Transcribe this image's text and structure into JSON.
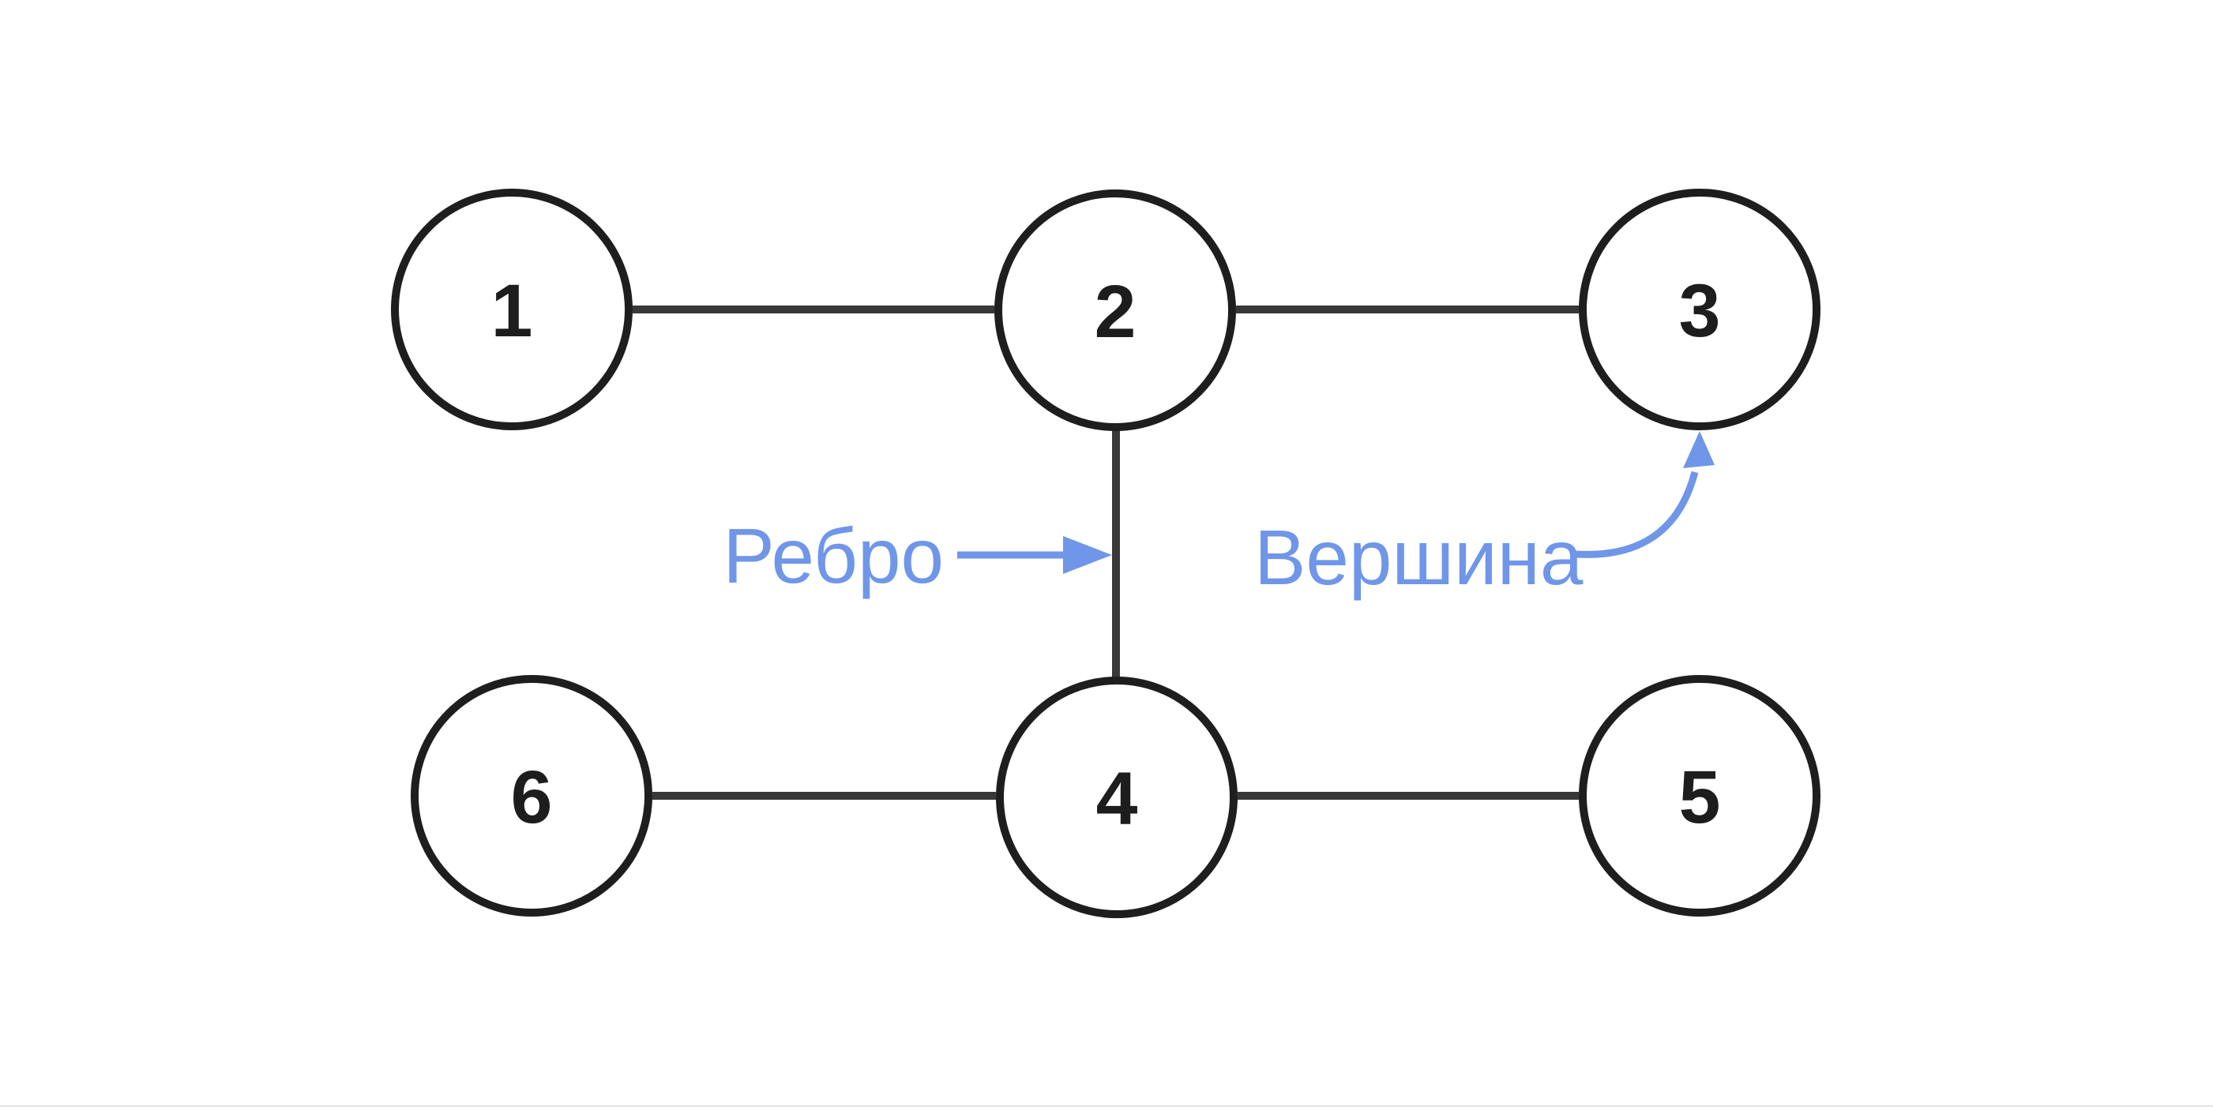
{
  "title": "Undirected graph diagram with labeled edge and vertex",
  "colors": {
    "background": "#ffffff",
    "node_stroke": "#1e1e1e",
    "node_fill": "#ffffff",
    "node_digit": "#1d1d1d",
    "edge_line": "#383838",
    "annotation_blue": "#6f96e8",
    "bottom_divider": "#e4e4e4"
  },
  "graph": {
    "nodes": [
      {
        "id": "1",
        "label": "1"
      },
      {
        "id": "2",
        "label": "2"
      },
      {
        "id": "3",
        "label": "3"
      },
      {
        "id": "4",
        "label": "4"
      },
      {
        "id": "5",
        "label": "5"
      },
      {
        "id": "6",
        "label": "6"
      }
    ],
    "edges": [
      {
        "from": "1",
        "to": "2"
      },
      {
        "from": "2",
        "to": "3"
      },
      {
        "from": "2",
        "to": "4"
      },
      {
        "from": "6",
        "to": "4"
      },
      {
        "from": "4",
        "to": "5"
      }
    ]
  },
  "annotations": {
    "edge_label": "Ребро",
    "vertex_label": "Вершина",
    "edge_label_points_to": "edge 2-4",
    "vertex_label_points_to": "node 3"
  }
}
